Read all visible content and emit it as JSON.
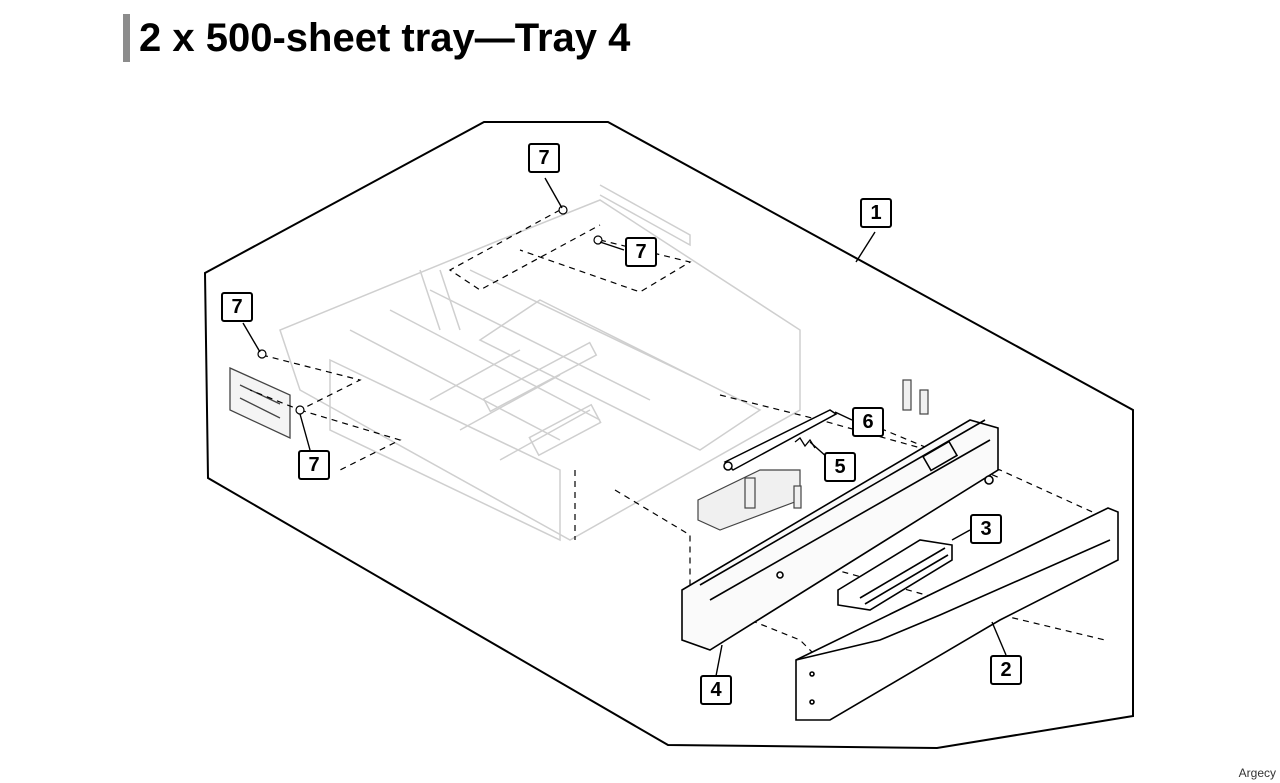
{
  "page": {
    "title": "2 x 500-sheet tray—Tray 4",
    "watermark": "Argecy"
  },
  "callouts": [
    {
      "number": "1",
      "part": "tray-assembly"
    },
    {
      "number": "2",
      "part": "front-cover"
    },
    {
      "number": "3",
      "part": "handle"
    },
    {
      "number": "4",
      "part": "front-frame"
    },
    {
      "number": "5",
      "part": "spring"
    },
    {
      "number": "6",
      "part": "lever"
    },
    {
      "number": "7",
      "part": "screw"
    },
    {
      "number": "7",
      "part": "screw"
    },
    {
      "number": "7",
      "part": "screw"
    },
    {
      "number": "7",
      "part": "screw"
    }
  ],
  "colors": {
    "line": "#000000",
    "ghost": "#cfcfcf",
    "title_bar": "#8c8c8c"
  }
}
